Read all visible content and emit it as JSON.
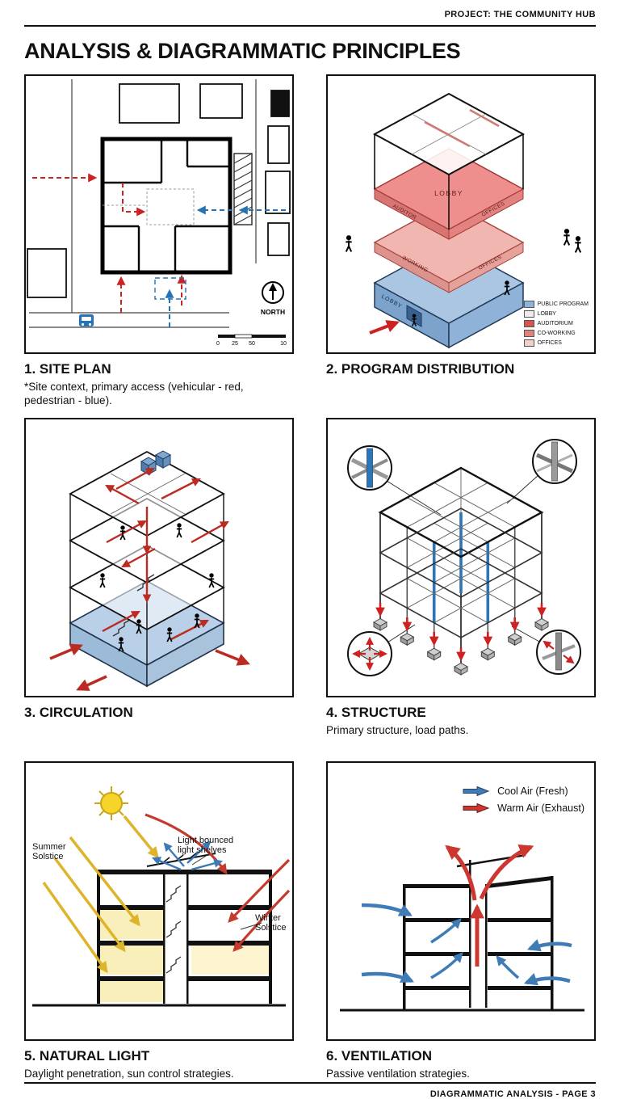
{
  "header": {
    "project_label": "PROJECT: THE COMMUNITY HUB"
  },
  "page_title": "ANALYSIS & DIAGRAMMATIC PRINCIPLES",
  "footer": {
    "label": "DIAGRAMMATIC ANALYSIS - PAGE 3"
  },
  "colors": {
    "vehicular_red": "#cc2222",
    "pedestrian_blue": "#2273b8",
    "structure_blue": "#2e75b6",
    "program_blue": "#8fb3d8",
    "program_pink": "#ef8f8d",
    "sun_yellow": "#f6d42a",
    "cool_blue": "#3f7cb6",
    "warm_red": "#cc3730"
  },
  "panels": {
    "site_plan": {
      "title": "1. SITE PLAN",
      "caption": "*Site context, primary access (vehicular - red, pedestrian - blue).",
      "north_label": "NORTH",
      "scale_ticks": [
        "0",
        "25",
        "50",
        "10"
      ]
    },
    "program": {
      "title": "2. PROGRAM DISTRIBUTION",
      "floor_labels": {
        "lobby_upper": "LOBBY",
        "auditorium": "AUDITOR",
        "offices_right": "OFFICES",
        "coworking": "WORKING",
        "offices_lower": "OFFICES",
        "lobby_ground": "LOBBY"
      },
      "legend": [
        {
          "label": "PUBLIC PROGRAM",
          "color": "#8fb3d8"
        },
        {
          "label": "LOBBY",
          "color": "#f1ecec"
        },
        {
          "label": "AUDITORIUM",
          "color": "#d9534f"
        },
        {
          "label": "CO-WORKING",
          "color": "#e2837b"
        },
        {
          "label": "OFFICES",
          "color": "#f2cfcb"
        }
      ]
    },
    "circulation": {
      "title": "3. CIRCULATION"
    },
    "structure": {
      "title": "4. STRUCTURE",
      "caption": "Primary structure, load paths."
    },
    "natural_light": {
      "title": "5. NATURAL LIGHT",
      "caption": "Daylight penetration, sun control strategies.",
      "annotations": {
        "summer": "Summer Solstice",
        "bounced": "Light bounced light shelves",
        "winter": "Winter Solstice"
      }
    },
    "ventilation": {
      "title": "6. VENTILATION",
      "caption": "Passive ventilation strategies.",
      "legend": [
        {
          "label": "Cool Air (Fresh)",
          "color": "#3f7cb6"
        },
        {
          "label": "Warm Air (Exhaust)",
          "color": "#cc3730"
        }
      ]
    }
  }
}
